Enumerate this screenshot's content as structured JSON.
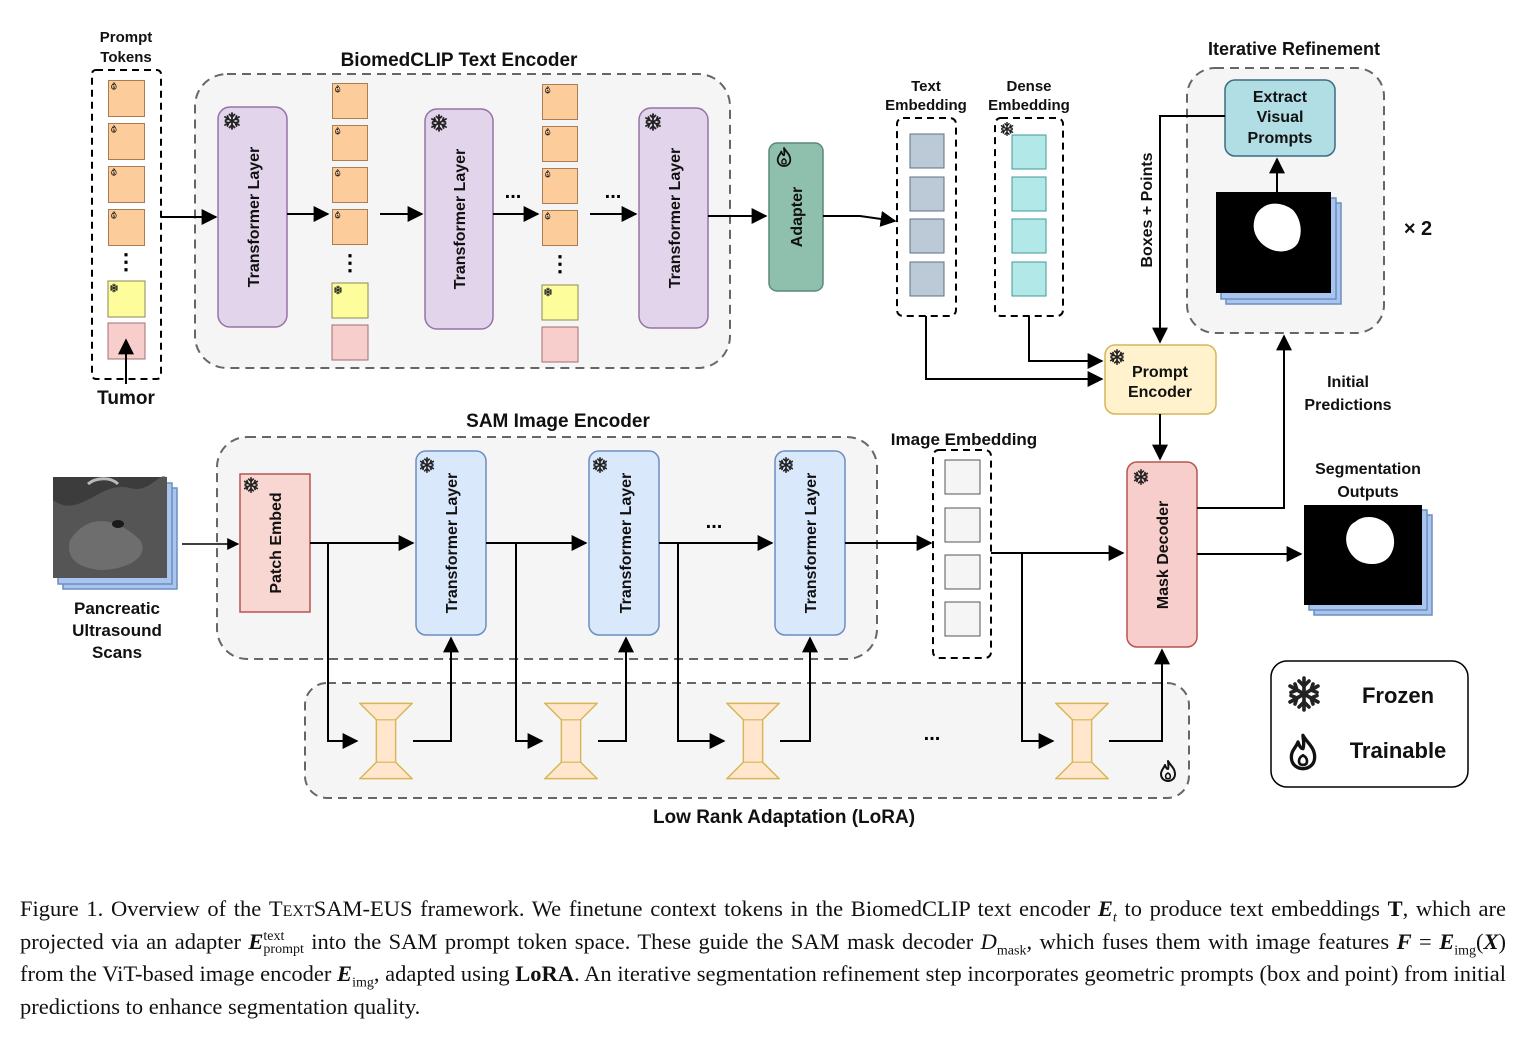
{
  "labels": {
    "prompt_tokens_l1": "Prompt",
    "prompt_tokens_l2": "Tokens",
    "tumor": "Tumor",
    "text_encoder_title": "BiomedCLIP Text Encoder",
    "transformer_layer": "Transformer Layer",
    "ellipsis": "...",
    "vdots": "⋮",
    "adapter": "Adapter",
    "text_embedding_l1": "Text",
    "text_embedding_l2": "Embedding",
    "dense_embedding_l1": "Dense",
    "dense_embedding_l2": "Embedding",
    "iterative_refinement": "Iterative Refinement",
    "extract_l1": "Extract",
    "extract_l2": "Visual",
    "extract_l3": "Prompts",
    "times_two": "× 2",
    "boxes_points": "Boxes + Points",
    "prompt_encoder_l1": "Prompt",
    "prompt_encoder_l2": "Encoder",
    "initial_pred_l1": "Initial",
    "initial_pred_l2": "Predictions",
    "image_encoder_title": "SAM Image Encoder",
    "image_embedding": "Image Embedding",
    "patch_embed": "Patch Embed",
    "mask_decoder": "Mask Decoder",
    "seg_outputs_l1": "Segmentation",
    "seg_outputs_l2": "Outputs",
    "scans_l1": "Pancreatic",
    "scans_l2": "Ultrasound",
    "scans_l3": "Scans",
    "lora_title": "Low Rank Adaptation (LoRA)",
    "legend_frozen": "Frozen",
    "legend_trainable": "Trainable"
  },
  "icons": {
    "frozen": "snowflake-icon",
    "trainable": "flame-icon",
    "token_small": "flame-icon"
  },
  "colors": {
    "token_orange": "#fdcc9b",
    "token_yellow": "#fdfd9c",
    "token_pink": "#f8cecc",
    "text_transformer": "#e2d4ea",
    "adapter": "#8fbfad",
    "text_embed": "#bccad7",
    "dense_embed": "#b3e8e8",
    "extract_prompts": "#b1dde5",
    "prompt_encoder": "#fff2cc",
    "image_transformer": "#dae8fc",
    "patch_embed": "#f8d6d2",
    "mask_decoder": "#f8cecc",
    "lora_block": "#ffe6cc",
    "group_bg": "#f5f5f5"
  },
  "caption": {
    "p1": "Figure 1.  Overview of the ",
    "sc_name": "TextSAM-EUS",
    "p2": " framework.  We finetune context tokens in the BiomedCLIP text encoder ",
    "E": "E",
    "sub_t": "t",
    "p3": " to produce text embeddings ",
    "T": "T",
    "p4": ", which are projected via an adapter ",
    "sup_text": "text",
    "sub_prompt": "prompt",
    "p5": " into the SAM prompt token space. These guide the SAM mask decoder ",
    "D": "D",
    "sub_mask": "mask",
    "p6": ", which fuses them with image features ",
    "F": "F",
    "eq": " = ",
    "sub_img": "img",
    "paren_open": "(",
    "X": "X",
    "paren_close": ")",
    "p7": " from the ViT-based image encoder ",
    "p8": ", adapted using ",
    "lora": "LoRA",
    "p9": ". An iterative segmentation refinement step incorporates geometric prompts (box and point) from initial predictions to enhance segmentation quality."
  }
}
